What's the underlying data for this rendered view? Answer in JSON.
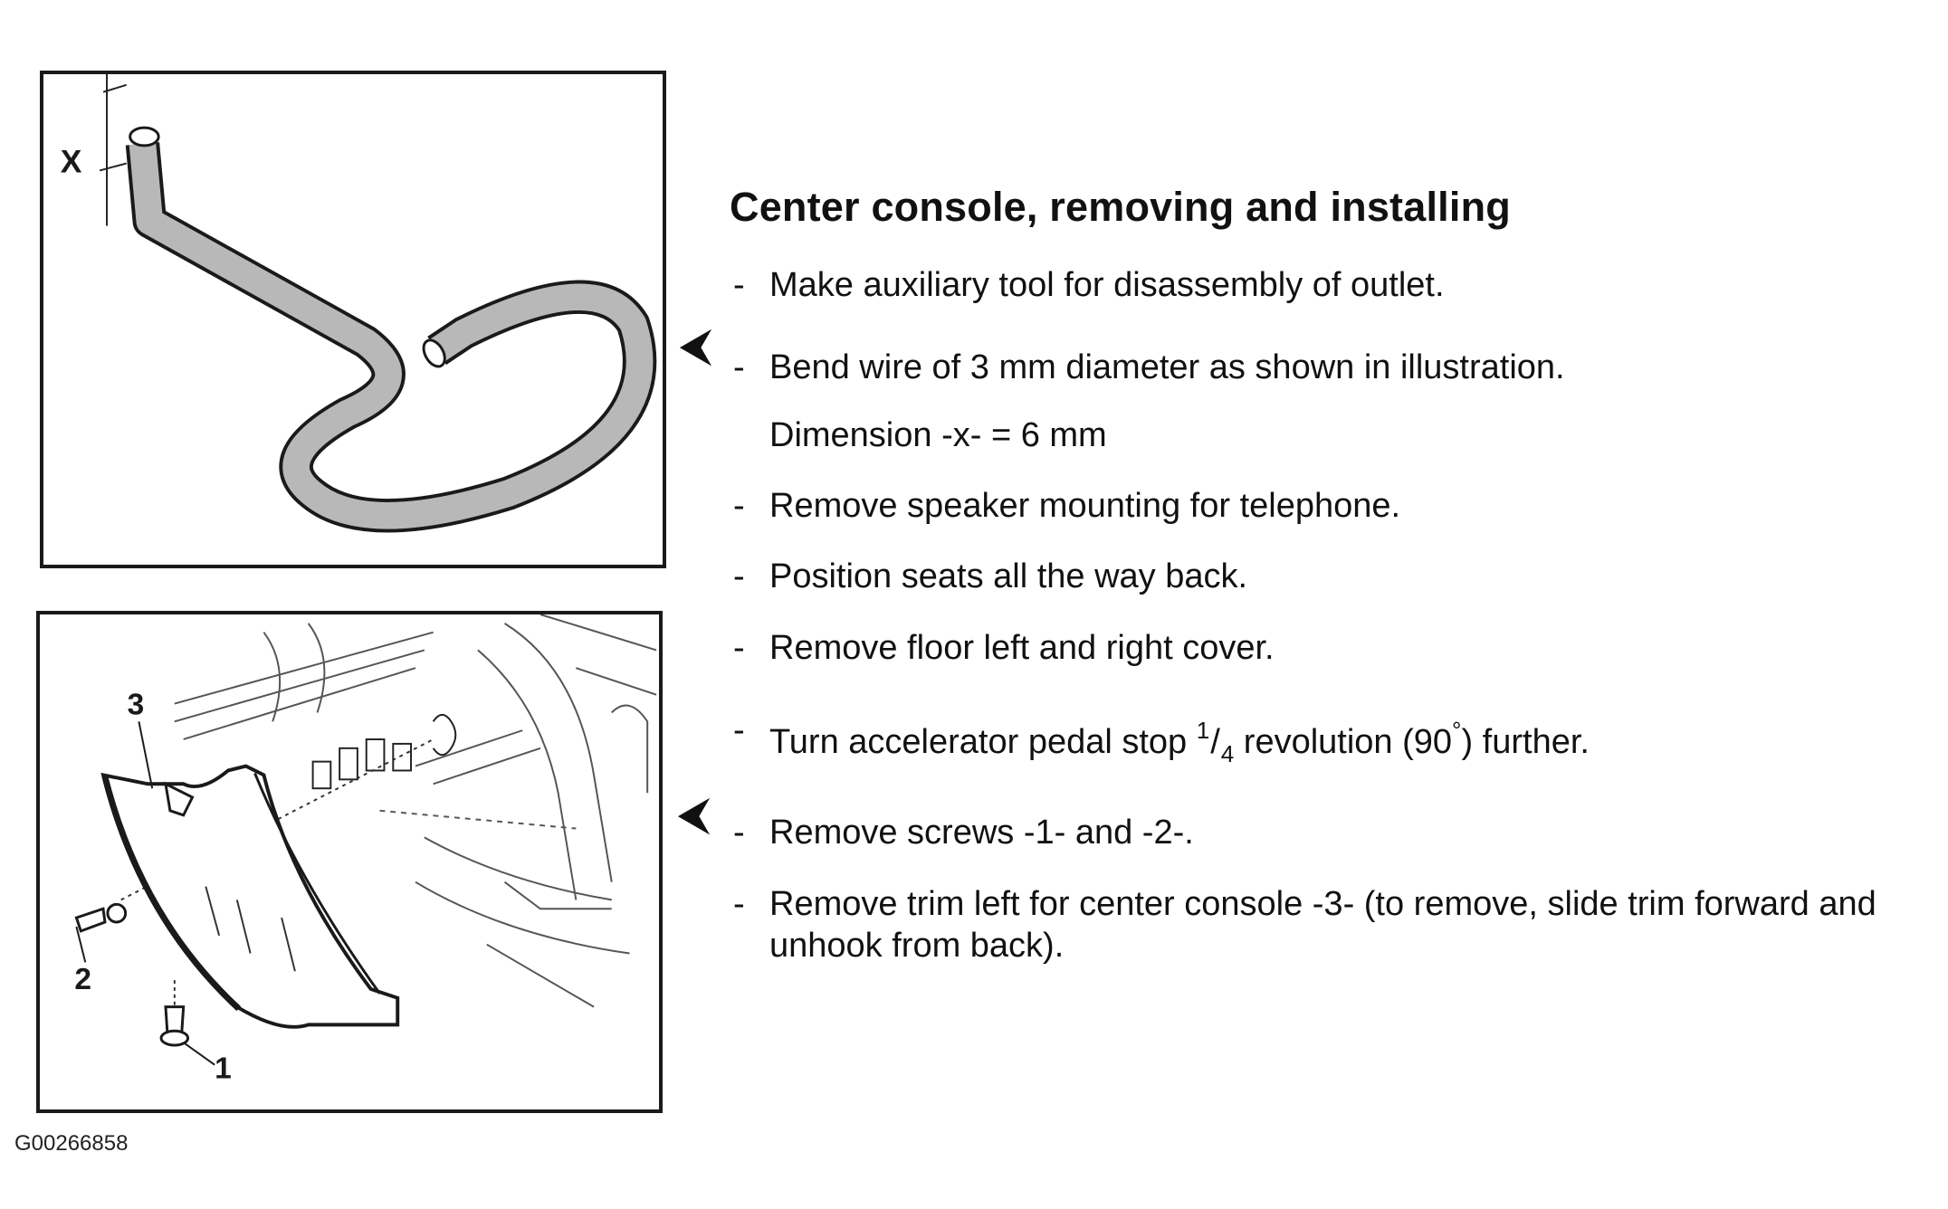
{
  "title": "Center console, removing and installing",
  "figure_code": "G00266858",
  "arrow_glyph": "⮜",
  "figure1": {
    "label_x": "X"
  },
  "figure2": {
    "label_1": "1",
    "label_2": "2",
    "label_3": "3"
  },
  "steps": {
    "dash": "-",
    "s1": "Make auxiliary tool for disassembly of outlet.",
    "s2": "Bend wire of 3 mm diameter as shown in illustration.",
    "s2_sub": "Dimension -x- = 6 mm",
    "s3": "Remove speaker mounting for telephone.",
    "s4": "Position seats all the way back.",
    "s5": "Remove floor left and right cover.",
    "s6_before": "Turn accelerator pedal stop ",
    "s6_num": "1",
    "s6_slash": "/",
    "s6_den": "4",
    "s6_after": " revolution (90",
    "s6_deg": "°",
    "s6_end": ") further.",
    "s7": "Remove screws -1- and -2-.",
    "s8": "Remove trim left for center console -3- (to remove, slide trim forward and unhook from back)."
  }
}
